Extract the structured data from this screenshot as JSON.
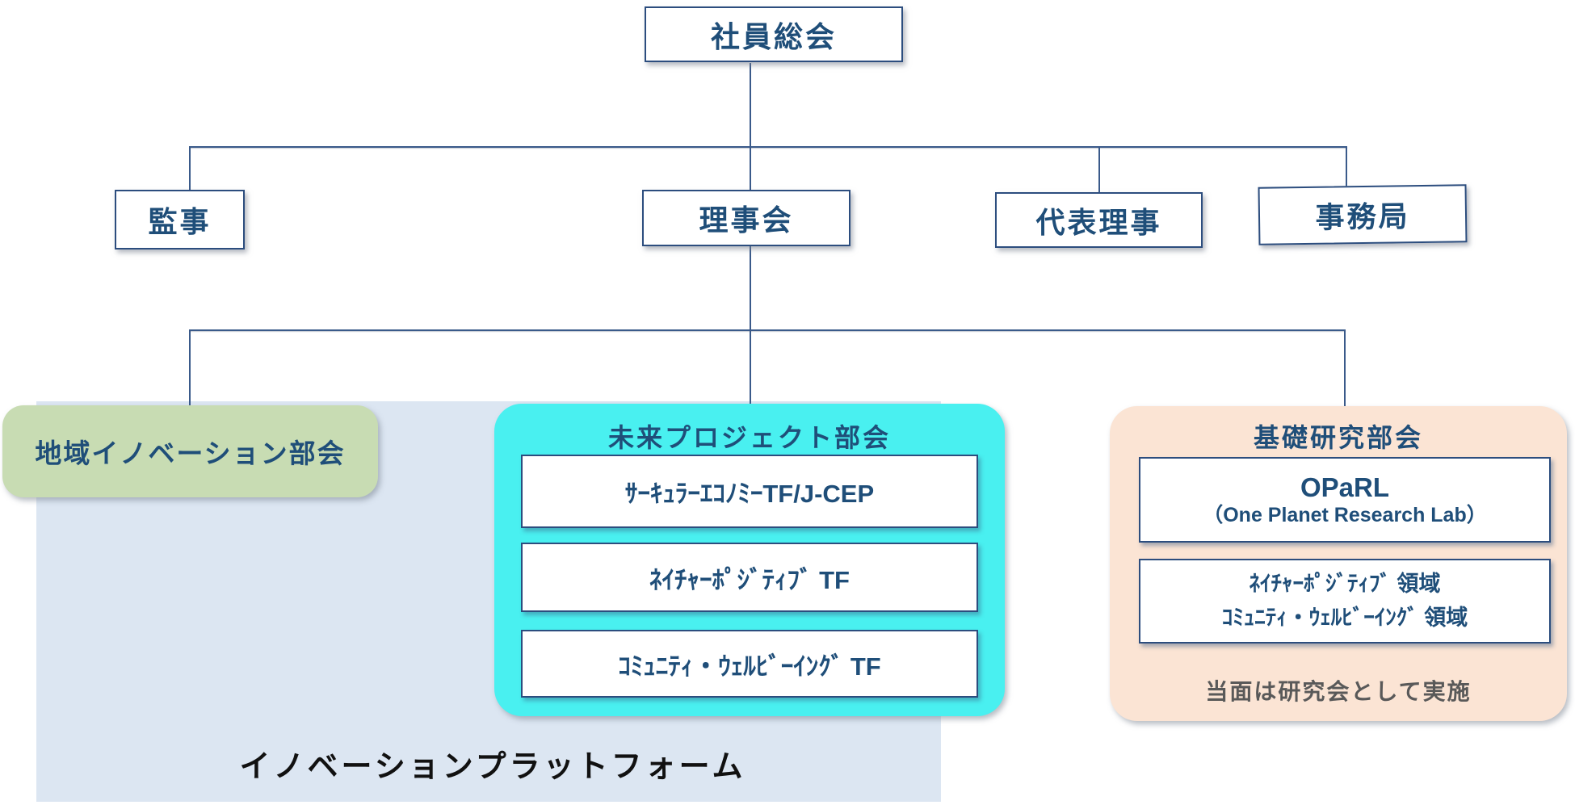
{
  "colors": {
    "text_blue": "#1F4E79",
    "border_blue": "#2C4D7E",
    "connector": "#3A5A8A",
    "regional_fill": "#C8DCB3",
    "future_fill": "#49F0F0",
    "basic_fill": "#FBE4D4",
    "platform_fill": "#DCE6F2",
    "note_gray": "#595959",
    "platform_text": "#111111"
  },
  "nodes": {
    "general_meeting": "社員総会",
    "auditor": "監事",
    "board": "理事会",
    "representative_director": "代表理事",
    "secretariat": "事務局"
  },
  "regional": {
    "title": "地域イノベーション部会"
  },
  "future": {
    "title": "未来プロジェクト部会",
    "task_forces": [
      {
        "label": "ｻｰｷｭﾗｰｴｺﾉﾐｰTF/J-CEP"
      },
      {
        "label": "ﾈｲﾁｬｰﾎﾟｼﾞﾃｨﾌﾞ TF"
      },
      {
        "label": "ｺﾐｭﾆﾃｨ・ｳｪﾙﾋﾞｰｲﾝｸﾞ TF"
      }
    ]
  },
  "basic_research": {
    "title": "基礎研究部会",
    "lab_name": "OPaRL",
    "lab_subtitle": "（One Planet Research Lab）",
    "domain_line1": "ﾈｲﾁｬｰﾎﾟｼﾞﾃｨﾌﾞ 領域",
    "domain_line2": "ｺﾐｭﾆﾃｨ・ｳｪﾙﾋﾞｰｲﾝｸﾞ 領域",
    "note": "当面は研究会として実施"
  },
  "platform": {
    "label": "イノベーションプラットフォーム"
  }
}
